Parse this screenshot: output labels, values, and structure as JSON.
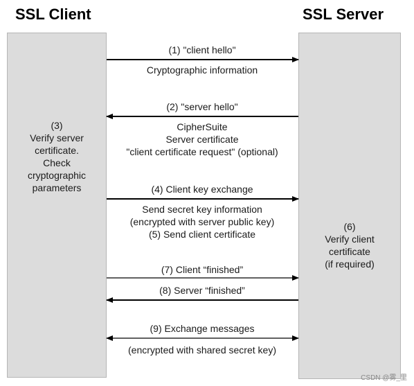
{
  "client": {
    "title": "SSL Client",
    "note": [
      "(3)",
      "Verify server",
      "certificate.",
      "Check",
      "cryptographic",
      "parameters"
    ]
  },
  "server": {
    "title": "SSL Server",
    "note": [
      "(6)",
      "Verify client",
      "certificate",
      "(if required)"
    ]
  },
  "messages": [
    {
      "direction": "to-server",
      "label": "(1) \"client hello\"",
      "details": [
        "Cryptographic information"
      ]
    },
    {
      "direction": "to-client",
      "label": "(2) \"server hello\"",
      "details": [
        "CipherSuite",
        "Server certificate",
        "\"client certificate request\" (optional)"
      ]
    },
    {
      "direction": "to-server",
      "label": "(4) Client key exchange",
      "details": [
        "Send secret key information",
        "(encrypted with server public key)",
        "(5) Send client certificate"
      ]
    },
    {
      "direction": "to-server",
      "label": "(7) Client “finished”",
      "details": []
    },
    {
      "direction": "to-client",
      "label": "(8) Server “finished”",
      "details": []
    },
    {
      "direction": "both",
      "label": "(9) Exchange messages",
      "details": [
        "(encrypted with shared secret key)"
      ]
    }
  ],
  "watermark": "CSDN @雾_里"
}
